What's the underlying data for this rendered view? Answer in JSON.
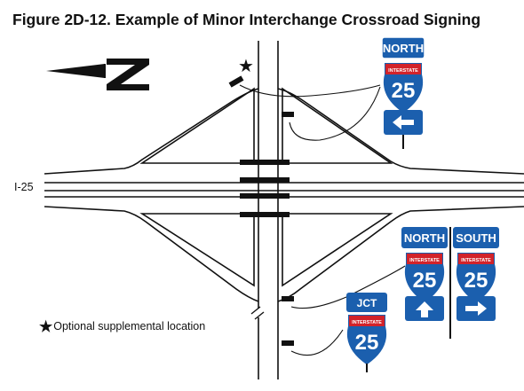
{
  "title": "Figure 2D-12.  Example of Minor Interchange Crossroad Signing",
  "freeway_label": "I-25",
  "legend": {
    "symbol": "★",
    "text": "Optional supplemental location"
  },
  "north_arrow": {
    "letter": "N"
  },
  "sign_assemblies": [
    {
      "cardinal": "NORTH",
      "shield_top": "INTERSTATE",
      "route": "25",
      "arrow": "left"
    },
    {
      "cardinal": "NORTH",
      "shield_top": "INTERSTATE",
      "route": "25",
      "arrow": "up"
    },
    {
      "cardinal": "SOUTH",
      "shield_top": "INTERSTATE",
      "route": "25",
      "arrow": "right"
    },
    {
      "auxiliary": "JCT",
      "shield_top": "INTERSTATE",
      "route": "25"
    }
  ],
  "colors": {
    "guide_blue": "#1b5fae",
    "shield_red": "#d2232a",
    "line": "#111111"
  }
}
